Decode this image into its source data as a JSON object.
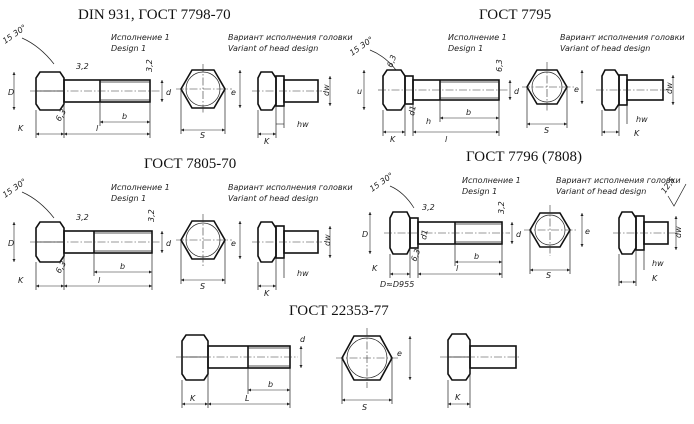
{
  "groups": [
    {
      "title": "DIN 931, ГОСТ 7798-70",
      "design_ru": "Исполнение 1",
      "design_en": "Design 1",
      "variant_ru": "Вариант исполнения головки",
      "variant_en": "Variant of head design",
      "angle": "15 30°",
      "labels": [
        "3,2",
        "3,2",
        "D",
        "6,3",
        "d",
        "b",
        "l",
        "K",
        "e",
        "S",
        "dw",
        "hw",
        "K"
      ]
    },
    {
      "title": "ГОСТ 7795",
      "design_ru": "Исполнение 1",
      "design_en": "Design 1",
      "variant_ru": "Вариант исполнения головки",
      "variant_en": "Variant of head design",
      "angle": "15 30°",
      "labels": [
        "6,3",
        "6,3",
        "u",
        "d1",
        "d",
        "b",
        "h",
        "l",
        "K",
        "e",
        "S",
        "dw",
        "hw",
        "K"
      ]
    },
    {
      "title": "ГОСТ 7805-70",
      "design_ru": "Исполнение 1",
      "design_en": "Design 1",
      "variant_ru": "Вариант исполнения головки",
      "variant_en": "Variant of head design",
      "angle": "15 30°",
      "labels": [
        "3,2",
        "3,2",
        "D",
        "6,3",
        "d",
        "b",
        "l",
        "K",
        "e",
        "S",
        "dw",
        "hw",
        "K"
      ]
    },
    {
      "title": "ГОСТ 7796 (7808)",
      "design_ru": "Исполнение 1",
      "design_en": "Design 1",
      "variant_ru": "Вариант исполнения головки",
      "variant_en": "Variant of head design",
      "angle": "15 30°",
      "labels": [
        "3,2",
        "3,2",
        "D",
        "d1",
        "6,3",
        "d",
        "b",
        "l",
        "K",
        "D≈D955",
        "e",
        "S",
        "12,5",
        "dw",
        "hw",
        "K"
      ]
    },
    {
      "title": "ГОСТ 22353-77",
      "labels": [
        "d",
        "b",
        "L",
        "K",
        "e",
        "S",
        "K"
      ]
    }
  ]
}
